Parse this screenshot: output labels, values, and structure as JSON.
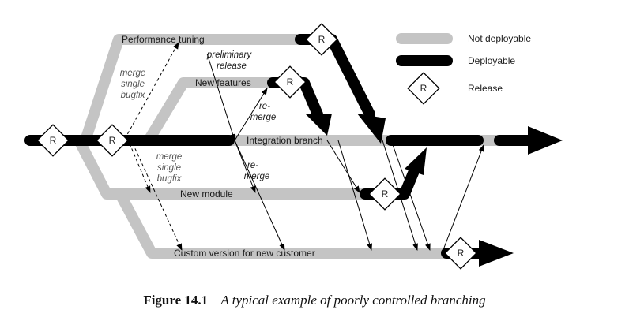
{
  "branches": {
    "performance": "Performance tuning",
    "features": "New features",
    "integration": "Integration branch",
    "module": "New module",
    "customer": "Custom version for new customer"
  },
  "release_label": "R",
  "annotations": {
    "merge_single_bugfix_top": [
      "merge",
      "single",
      "bugfix"
    ],
    "merge_single_bugfix_bottom": [
      "merge",
      "single",
      "bugfix"
    ],
    "preliminary_release": [
      "preliminary",
      "release"
    ],
    "re_merge_top": [
      "re-",
      "merge"
    ],
    "re_merge_bottom": [
      "re-",
      "merge"
    ]
  },
  "legend": {
    "not_deployable": "Not deployable",
    "deployable": "Deployable",
    "release": "Release"
  },
  "colors": {
    "not_deployable": "#c4c4c4",
    "deployable": "#000000"
  },
  "caption": {
    "number": "Figure 14.1",
    "text": "A typical example of poorly controlled branching"
  }
}
